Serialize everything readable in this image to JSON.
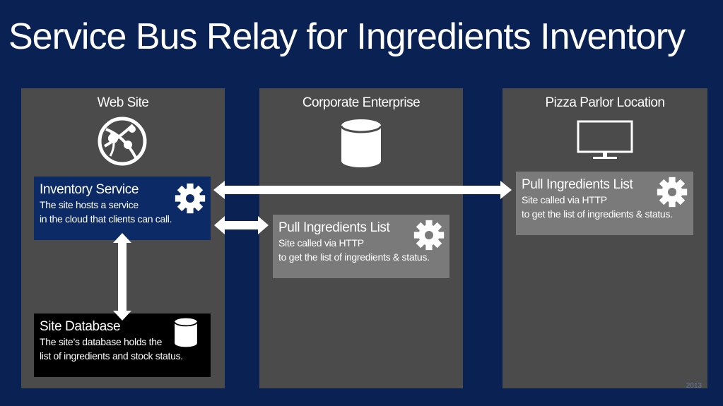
{
  "slide": {
    "title": "Service Bus Relay for Ingredients Inventory",
    "footer": "2013"
  },
  "columns": [
    {
      "title": "Web Site",
      "icon": "web-globe-icon"
    },
    {
      "title": "Corporate Enterprise",
      "icon": "database-icon"
    },
    {
      "title": "Pizza Parlor Location",
      "icon": "monitor-icon"
    }
  ],
  "inventory_service": {
    "head": "Inventory Service",
    "line1": "The site hosts a service",
    "line2": "in the cloud that clients can call.",
    "icon": "gear-icon"
  },
  "site_database": {
    "head": "Site Database",
    "line1": "The site’s database holds the",
    "line2": "list of ingredients and stock status.",
    "icon": "database-icon"
  },
  "corporate_pull": {
    "head": "Pull Ingredients List",
    "line1": "Site called via HTTP",
    "line2": "to get the list of ingredients & status.",
    "icon": "gear-icon"
  },
  "pizza_pull": {
    "head": "Pull Ingredients List",
    "line1": "Site called via HTTP",
    "line2": "to get the list of ingredients & status.",
    "icon": "gear-icon"
  },
  "colors": {
    "background": "#0a2154",
    "column": "#4b4b4b",
    "service_box": "#0c2a66",
    "database_box": "#000000",
    "pull_box": "#7a7a7a"
  }
}
